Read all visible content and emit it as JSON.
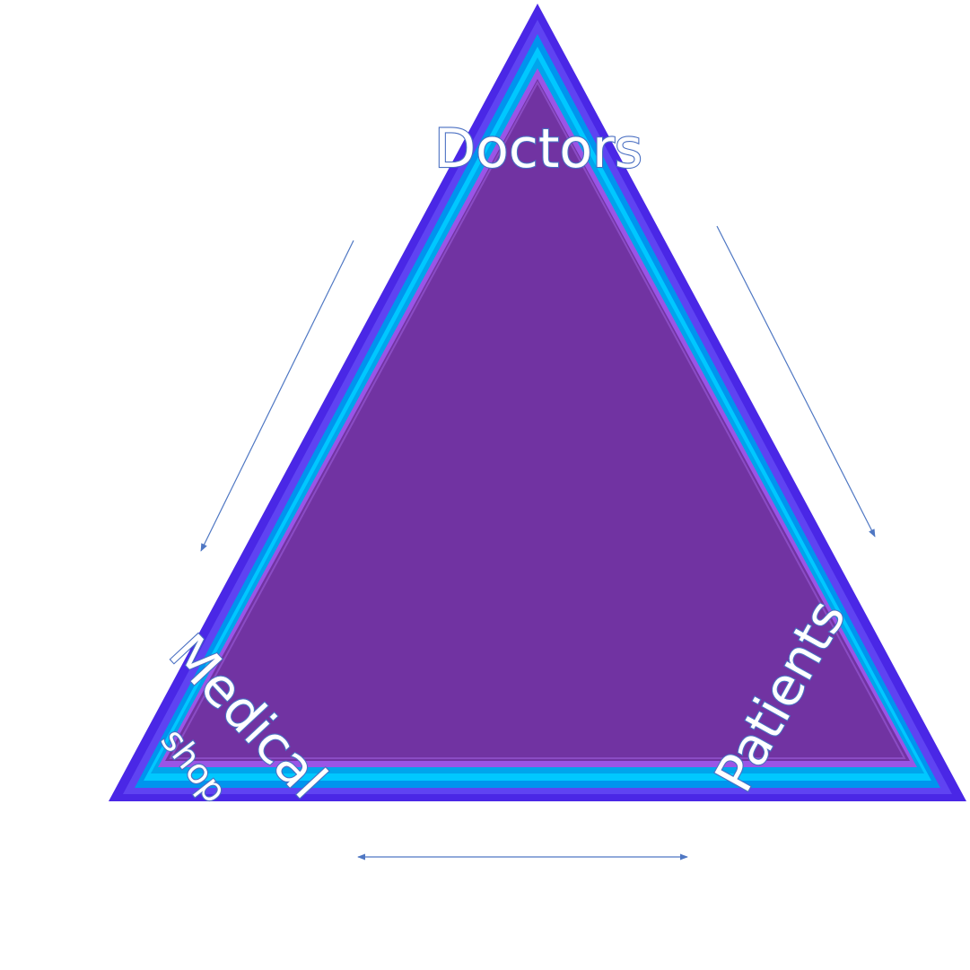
{
  "diagram": {
    "nodes": {
      "top": "Doctors",
      "right": "Patients",
      "left": "Medical",
      "left_sub": "shop"
    },
    "edges": [
      {
        "from": "top",
        "to": "left",
        "style": "single-arrow"
      },
      {
        "from": "top",
        "to": "right",
        "style": "single-arrow"
      },
      {
        "from": "left",
        "to": "right",
        "style": "double-arrow"
      }
    ],
    "colors": {
      "outer_border": "#4a27e6",
      "cyan_band": "#00b8f0",
      "inner_fill": "#7133a2",
      "arrow": "#4f77c3",
      "label_outline": "#4a6fc2"
    }
  }
}
